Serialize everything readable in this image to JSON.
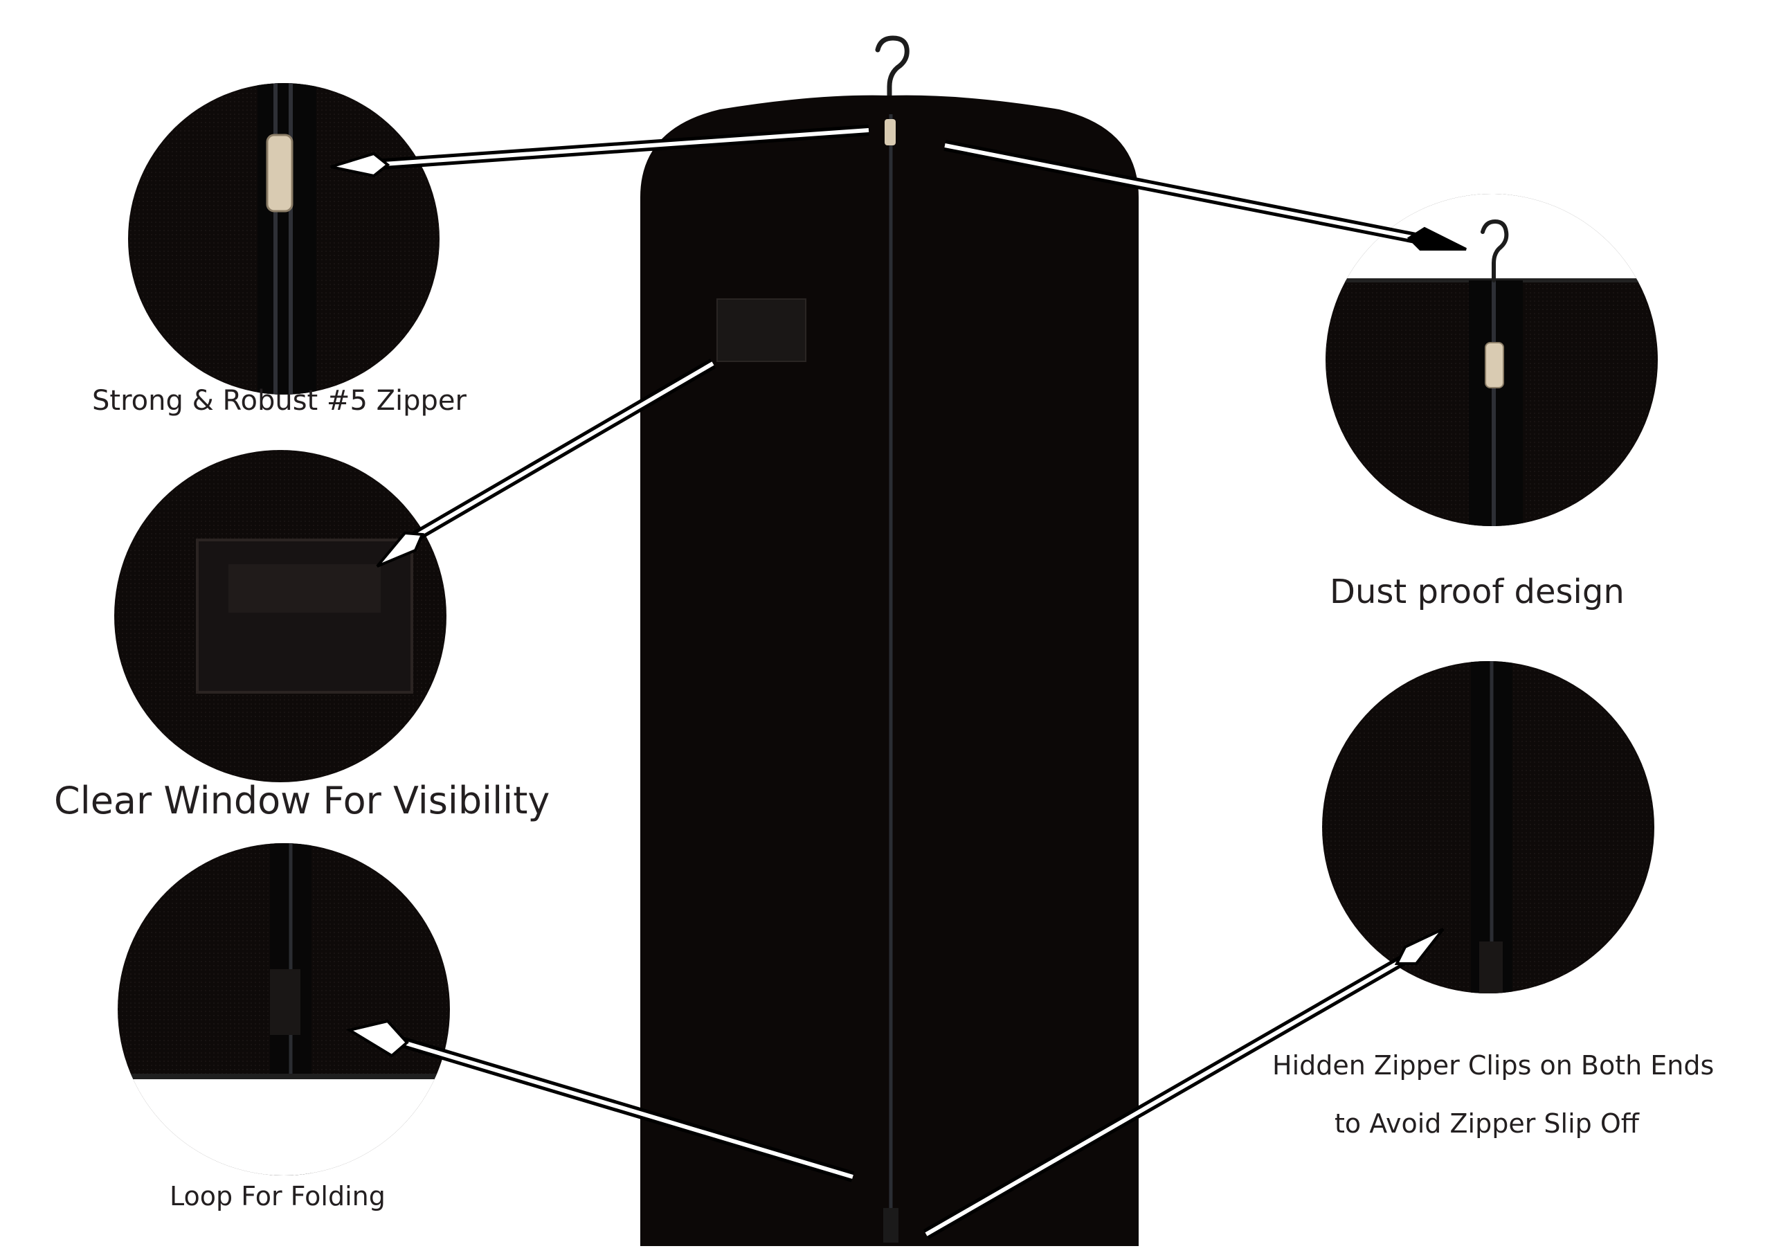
{
  "callouts": {
    "zipper": {
      "label": "Strong & Robust #5 Zipper"
    },
    "window": {
      "label": "Clear Window For Visibility"
    },
    "loop": {
      "label": "Loop For Folding"
    },
    "dust": {
      "label": "Dust proof design"
    },
    "clips": {
      "line1": "Hidden Zipper Clips on Both Ends",
      "line2": "to Avoid Zipper Slip Off"
    }
  },
  "colors": {
    "bag": "#0c0807",
    "circle": "#0e0a09",
    "text": "#231f20",
    "pointer": "#000000",
    "pointer_fill": "#ffffff",
    "zipper_pull": "#d9cbb2"
  },
  "icons": {
    "hanger": "hanger-icon",
    "zipper_pull": "zipper-pull-icon",
    "pointer": "arrow-pointer"
  }
}
